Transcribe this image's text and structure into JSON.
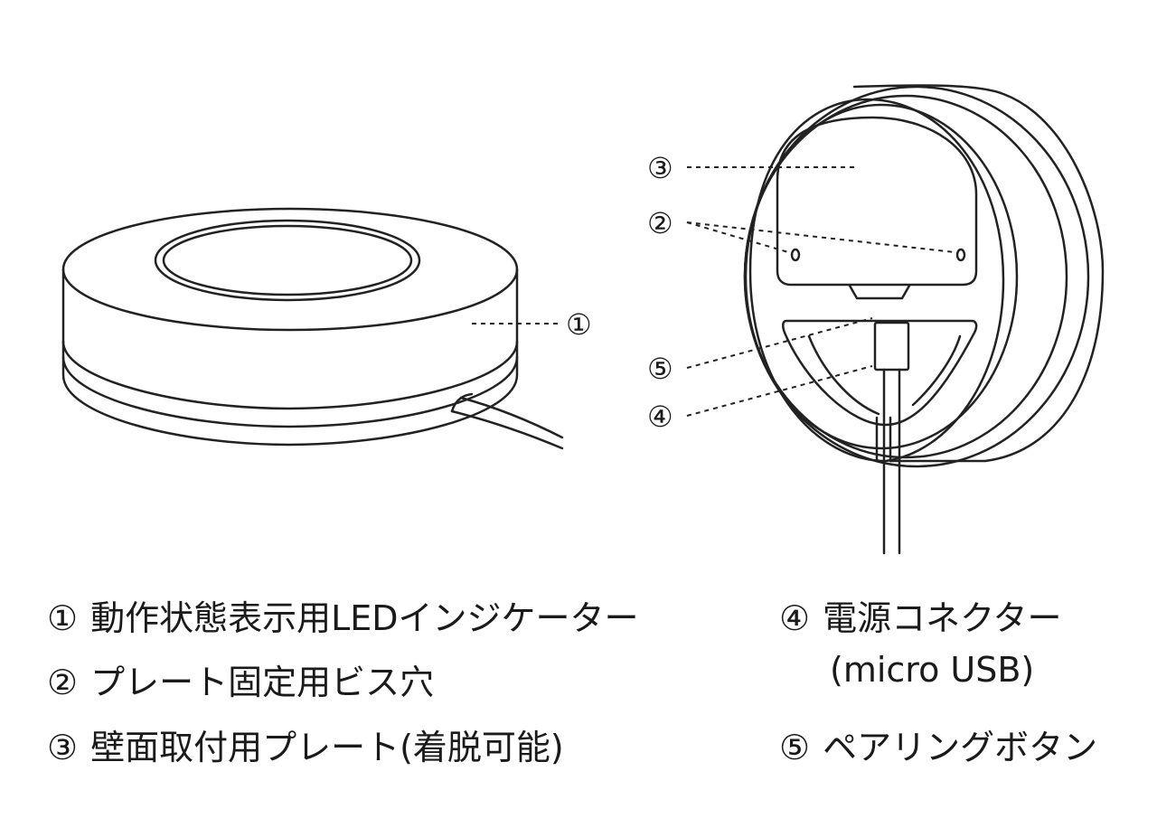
{
  "callouts": {
    "c1": "①",
    "c2": "②",
    "c3": "③",
    "c4": "④",
    "c5": "⑤"
  },
  "legend": [
    {
      "num": "①",
      "text": "動作状態表示用LEDインジケーター"
    },
    {
      "num": "②",
      "text": "プレート固定用ビス穴"
    },
    {
      "num": "③",
      "text": "壁面取付用プレート(着脱可能)"
    },
    {
      "num": "④",
      "text": "電源コネクター",
      "sub": "(micro USB)"
    },
    {
      "num": "⑤",
      "text": "ペアリングボタン"
    }
  ]
}
